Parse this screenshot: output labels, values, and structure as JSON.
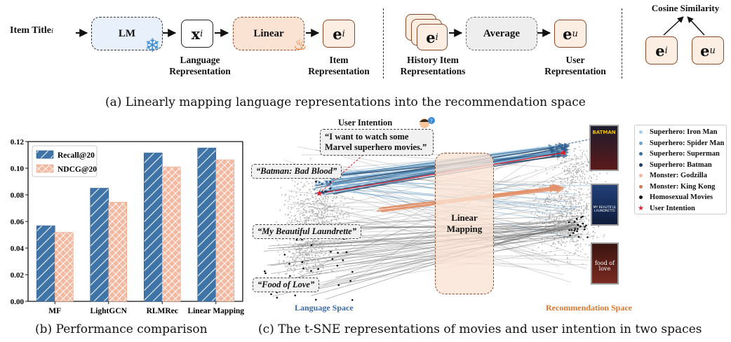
{
  "panel_a": {
    "item_title": "Item Title",
    "item_title_sub": "i",
    "lm_label": "LM",
    "x_symbol": "x",
    "x_sub": "i",
    "linear_label": "Linear",
    "e_symbol": "e",
    "e_sub_i": "i",
    "e_sub_u": "u",
    "lang_rep_label": "Language Representation",
    "item_rep_label": "Item Representation",
    "history_label": "History Item Representations",
    "average_label": "Average",
    "user_rep_label": "User Representation",
    "cosine_label": "Cosine Similarity",
    "caption": "(a) Linearly mapping language representations into the recommendation space",
    "colors": {
      "lm_fill": "#e8f0fb",
      "linear_fill": "#fbe3d4",
      "average_fill": "#eeeeee",
      "e_fill": "#fdeee3"
    },
    "icons": [
      "snowflake-icon",
      "fire-icon"
    ]
  },
  "panel_b": {
    "caption": "(b) Performance comparison",
    "colors": {
      "recall": "#3e74a8",
      "ndcg": "#f2b8a0"
    }
  },
  "chart_data": {
    "type": "bar",
    "categories": [
      "MF",
      "LightGCN",
      "RLMRec",
      "Linear Mapping"
    ],
    "series": [
      {
        "name": "Recall@20",
        "values": [
          0.0568,
          0.085,
          0.1115,
          0.1152
        ]
      },
      {
        "name": "NDCG@20",
        "values": [
          0.0518,
          0.0745,
          0.101,
          0.1063
        ]
      }
    ],
    "yticks": [
      "0.00",
      "0.02",
      "0.04",
      "0.06",
      "0.08",
      "0.10",
      "0.12"
    ],
    "ylim": [
      0,
      0.12
    ],
    "legend_position": "top-left",
    "grid": false
  },
  "panel_c": {
    "caption": "(c) The t-SNE representations of movies and user intention in two spaces",
    "user_intention_title": "User Intention",
    "user_quote": "“I want to watch some Marvel superhero movies.”",
    "quote_batman": "“Batman: Bad Blood”",
    "quote_laundrette": "“My Beautiful Laundrette”",
    "quote_food": "“Food of Love”",
    "mapping_label": "Linear Mapping",
    "language_space": "Language Space",
    "recommendation_space": "Recommendation Space",
    "legend": [
      {
        "label": "Superhero: Iron Man",
        "color": "#a9cde6"
      },
      {
        "label": "Superhero: Spider Man",
        "color": "#6aa2cc"
      },
      {
        "label": "Superhero: Superman",
        "color": "#3a6f9e"
      },
      {
        "label": "Superhero: Batman",
        "color": "#1d3c5e"
      },
      {
        "label": "Monster: Godzilla",
        "color": "#f2b79a"
      },
      {
        "label": "Monster: King Kong",
        "color": "#d07a4f"
      },
      {
        "label": "Homosexual Movies",
        "color": "#111111"
      },
      {
        "label": "User Intention",
        "color": "#e0202a"
      }
    ],
    "poster_titles": [
      "BATMAN",
      "MY BEAUTIFUL LAUNDRETTE",
      "food of love"
    ],
    "colors": {
      "language_space": "#3a6aa8",
      "recommendation_space": "#d9772e",
      "mapping_fill": "#fbe3d4"
    }
  }
}
